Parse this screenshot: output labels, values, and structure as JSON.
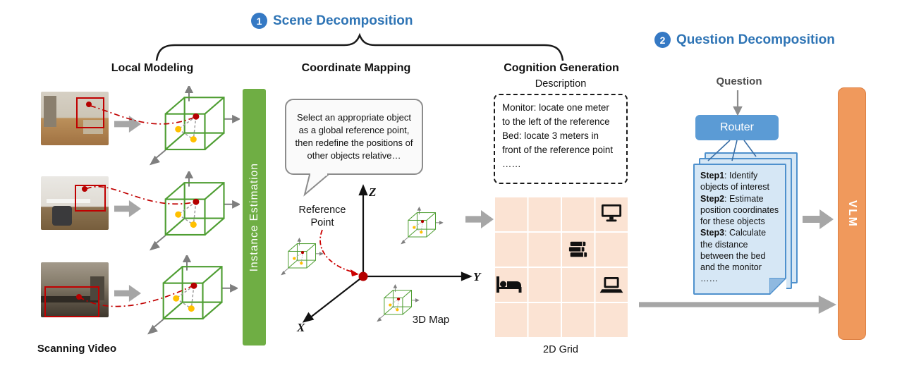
{
  "colors": {
    "header_blue": "#2e74b5",
    "router_blue": "#5b9bd5",
    "card_blue": "#d6e7f5",
    "instance_green": "#6fae44",
    "cube_green": "#4f9e33",
    "vlm_orange": "#f0995c",
    "grid_peach": "#fbe3d3",
    "detection_red": "#c00000",
    "point_yellow": "#ffc000",
    "arrow_gray": "#a6a6a6"
  },
  "headers": {
    "scene": {
      "badge": "1",
      "title": "Scene Decomposition"
    },
    "question": {
      "badge": "2",
      "title": "Question Decomposition"
    }
  },
  "columns": {
    "local_modeling": "Local Modeling",
    "coordinate_mapping": "Coordinate Mapping",
    "cognition_generation": "Cognition Generation"
  },
  "local": {
    "scanning_video": "Scanning Video",
    "instance_estimation": "Instance Estimation"
  },
  "mapping": {
    "bubble_text": "Select an appropriate object as a global reference point, then redefine the positions of other objects relative…",
    "reference_point_l1": "Reference",
    "reference_point_l2": "Point",
    "axis_z": "Z",
    "axis_y": "Y",
    "axis_x": "X",
    "map_label": "3D Map"
  },
  "cognition": {
    "description_title": "Description",
    "description_lines": [
      "Monitor: locate one meter to the left of the reference",
      "Bed: locate 3 meters in front of the reference point",
      "……"
    ],
    "grid_label": "2D Grid",
    "grid_icons": [
      "monitor-icon",
      "books-icon",
      "bed-icon",
      "laptop-icon"
    ]
  },
  "question_flow": {
    "question_label": "Question",
    "router_label": "Router",
    "steps": [
      {
        "label": "Step1",
        "text": ": Identify objects of interest"
      },
      {
        "label": "Step2",
        "text": ": Estimate position coordinates for these objects"
      },
      {
        "label": "Step3",
        "text": ": Calculate the distance between the bed and the monitor"
      }
    ],
    "ellipsis": "……",
    "vlm_label": "VLM"
  }
}
